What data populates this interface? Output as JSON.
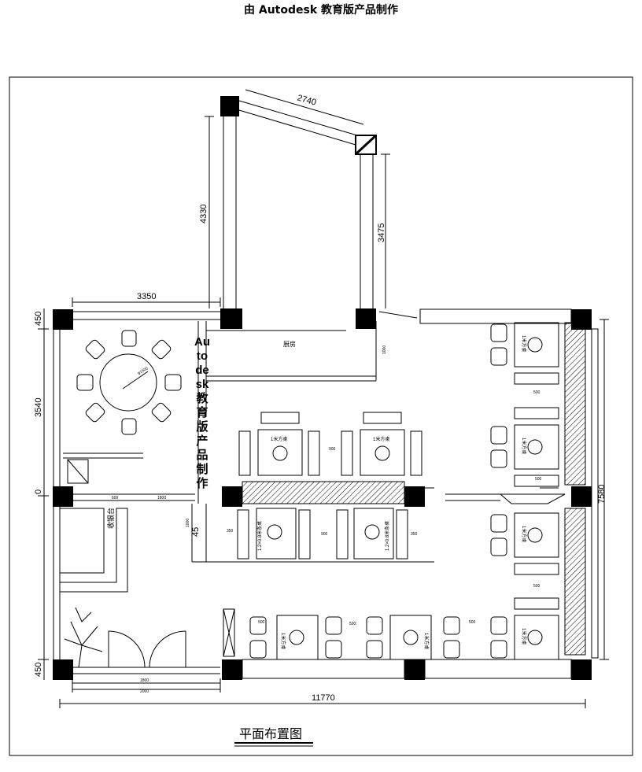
{
  "watermark": {
    "header": "由  Autodesk  教育版产品制作",
    "vertical": "Autodesk教育版产品制作"
  },
  "drawing": {
    "title": "平面布置图",
    "rooms": {
      "kitchen": "厨房",
      "cashier": "收银台"
    },
    "tables": {
      "four_seat": "1米方桌",
      "booth": "1.2×0.8米条桌"
    },
    "dimensions": {
      "top_angled": "2740",
      "kitchen_left_height": "4330",
      "kitchen_right_height": "3475",
      "left_top_width": "3350",
      "overall_width": "11770",
      "overall_height": "7580",
      "left_segment_top": "450",
      "left_segment_middle": "3540",
      "left_zero": "0",
      "left_segment_bottom": "450",
      "round_table": "φ1500",
      "door_inner": "1800",
      "door_outer": "2000",
      "counter_a": "600",
      "counter_b": "1800",
      "aisle_1": "900",
      "aisle_2": "900",
      "aisle_3": "500",
      "kitchen_gap": "1000",
      "left_stair": "1000",
      "side_small_1": "350",
      "side_small_2": "350",
      "bottom_gap": "500",
      "bottom_gap_2": "500",
      "right_small_1": "500",
      "right_small_2": "500",
      "right_small_3": "500",
      "misc_45": "45"
    }
  },
  "colors": {
    "ink": "#000000",
    "paper": "#ffffff"
  }
}
